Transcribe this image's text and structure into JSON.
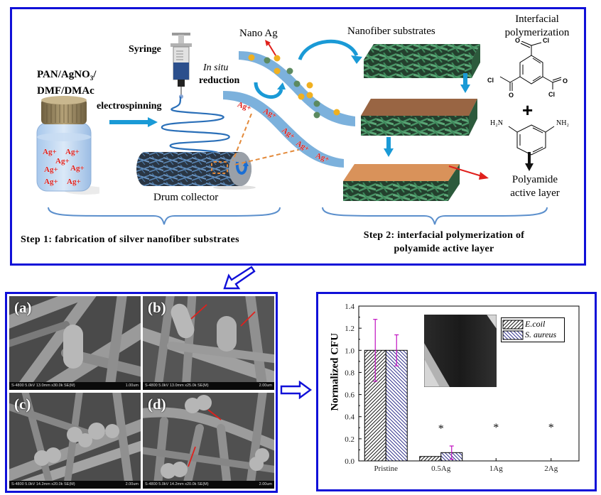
{
  "colors": {
    "frame_blue": "#1010d8",
    "arrow_cyan": "#1a9ad6",
    "fiber_blue": "#6ea8d8",
    "ag_red": "#e0201c",
    "nano_ag_yellow": "#f0b020",
    "nano_ag_green": "#5c8a60",
    "polyamide_orange": "#d9925a",
    "nanofiber_green": "#3e8a5c",
    "error_bar_magenta": "#c010c0"
  },
  "top_panel": {
    "solution_label_line1": "PAN/AgNO",
    "solution_label_sub": "3",
    "solution_label_slash": "/",
    "solution_label_line2": "DMF/DMAc",
    "syringe_label": "Syringe",
    "electrospinning_label": "electrospinning",
    "in_situ_label": "In situ",
    "reduction_label": "reduction",
    "nano_ag_label": "Nano Ag",
    "drum_label": "Drum collector",
    "nanofiber_substrates_label": "Nanofiber substrates",
    "interfacial_line1": "Interfacial",
    "interfacial_line2": "polymerization",
    "plus_sign": "+",
    "polyamide_line1": "Polyamide",
    "polyamide_line2": "active layer",
    "step1_caption": "Step 1: fabrication of silver nanofiber substrates",
    "step2_caption_line1": "Step 2: interfacial polymerization of",
    "step2_caption_line2": "polyamide active layer",
    "bottle_ions": [
      "Ag+",
      "Ag+",
      "Ag+",
      "Ag+",
      "Ag+",
      "Ag+",
      "Ag+"
    ],
    "fiber_ions": [
      "Ag+",
      "Ag+",
      "Ag+",
      "Ag+",
      "Ag+"
    ],
    "tmc": {
      "o": "O",
      "cl": "Cl"
    },
    "mpd": {
      "left_amine": "H₂N",
      "right_amine": "NH₂"
    }
  },
  "sem_panel": {
    "images": [
      {
        "label": "(a)",
        "info": "S-4800 5.0kV 13.0mm x30.0k SE(M)",
        "scale": "1.00um"
      },
      {
        "label": "(b)",
        "info": "S-4800 5.0kV 13.0mm x25.0k SE(M)",
        "scale": "2.00um"
      },
      {
        "label": "(c)",
        "info": "S-4800 5.0kV 14.2mm x20.0k SE(M)",
        "scale": "2.00um"
      },
      {
        "label": "(d)",
        "info": "S-4800 5.0kV 14.2mm x20.0k SE(M)",
        "scale": "2.00um"
      }
    ]
  },
  "chart_data": {
    "type": "bar",
    "title": "",
    "xlabel": "",
    "ylabel": "Normalized CFU",
    "ylim": [
      0.0,
      1.4
    ],
    "yticks": [
      "0.0",
      "0.2",
      "0.4",
      "0.6",
      "0.8",
      "1.0",
      "1.2",
      "1.4"
    ],
    "ytick_values": [
      0.0,
      0.2,
      0.4,
      0.6,
      0.8,
      1.0,
      1.2,
      1.4
    ],
    "categories": [
      "Pristine",
      "0.5Ag",
      "1Ag",
      "2Ag"
    ],
    "series": [
      {
        "name": "E.coil",
        "values": [
          1.0,
          0.04,
          0.0,
          0.0
        ],
        "errors": [
          0.28,
          null,
          null,
          null
        ],
        "hatch": "forward"
      },
      {
        "name": "S. aureus",
        "values": [
          1.0,
          0.075,
          0.0,
          0.0
        ],
        "errors": [
          0.14,
          0.06,
          null,
          null
        ],
        "hatch": "backward"
      }
    ],
    "significance_markers": [
      {
        "category": "0.5Ag",
        "symbol": "*",
        "y": 0.31
      },
      {
        "category": "1Ag",
        "symbol": "*",
        "y": 0.32
      },
      {
        "category": "2Ag",
        "symbol": "*",
        "y": 0.32
      }
    ],
    "legend": {
      "placement": "top-right",
      "entries": [
        "E.coil",
        "S. aureus"
      ]
    },
    "grid": false,
    "inset": "TEM image of nanofiber"
  }
}
